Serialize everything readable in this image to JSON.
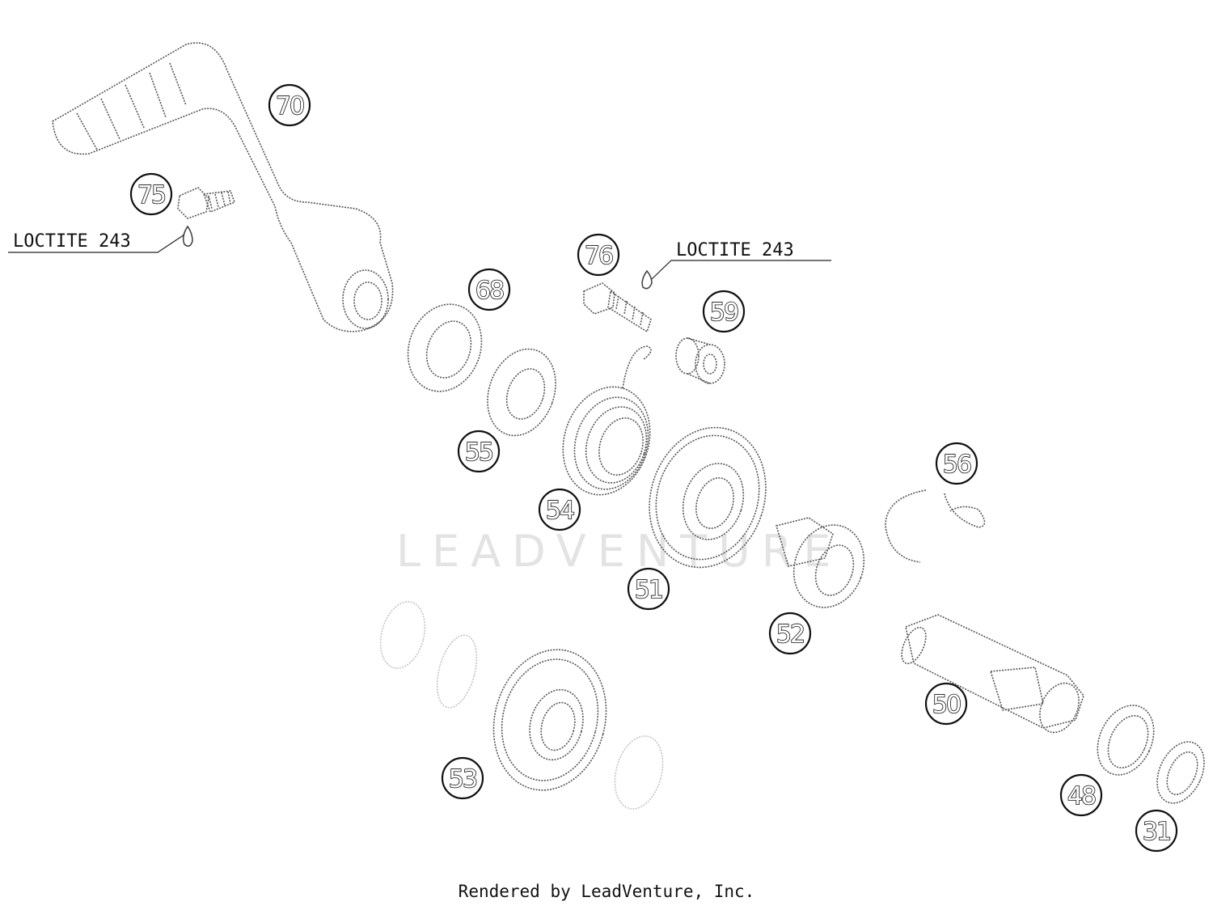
{
  "watermark": "LEADVENTURE",
  "footer": "Rendered by LeadVenture, Inc.",
  "notes": {
    "loctite_a": "LOCTITE 243",
    "loctite_b": "LOCTITE 243"
  },
  "callouts": {
    "p70": "70",
    "p75": "75",
    "p76": "76",
    "p68": "68",
    "p59": "59",
    "p55": "55",
    "p54": "54",
    "p56": "56",
    "p51": "51",
    "p52": "52",
    "p50": "50",
    "p53": "53",
    "p48": "48",
    "p31": "31"
  }
}
